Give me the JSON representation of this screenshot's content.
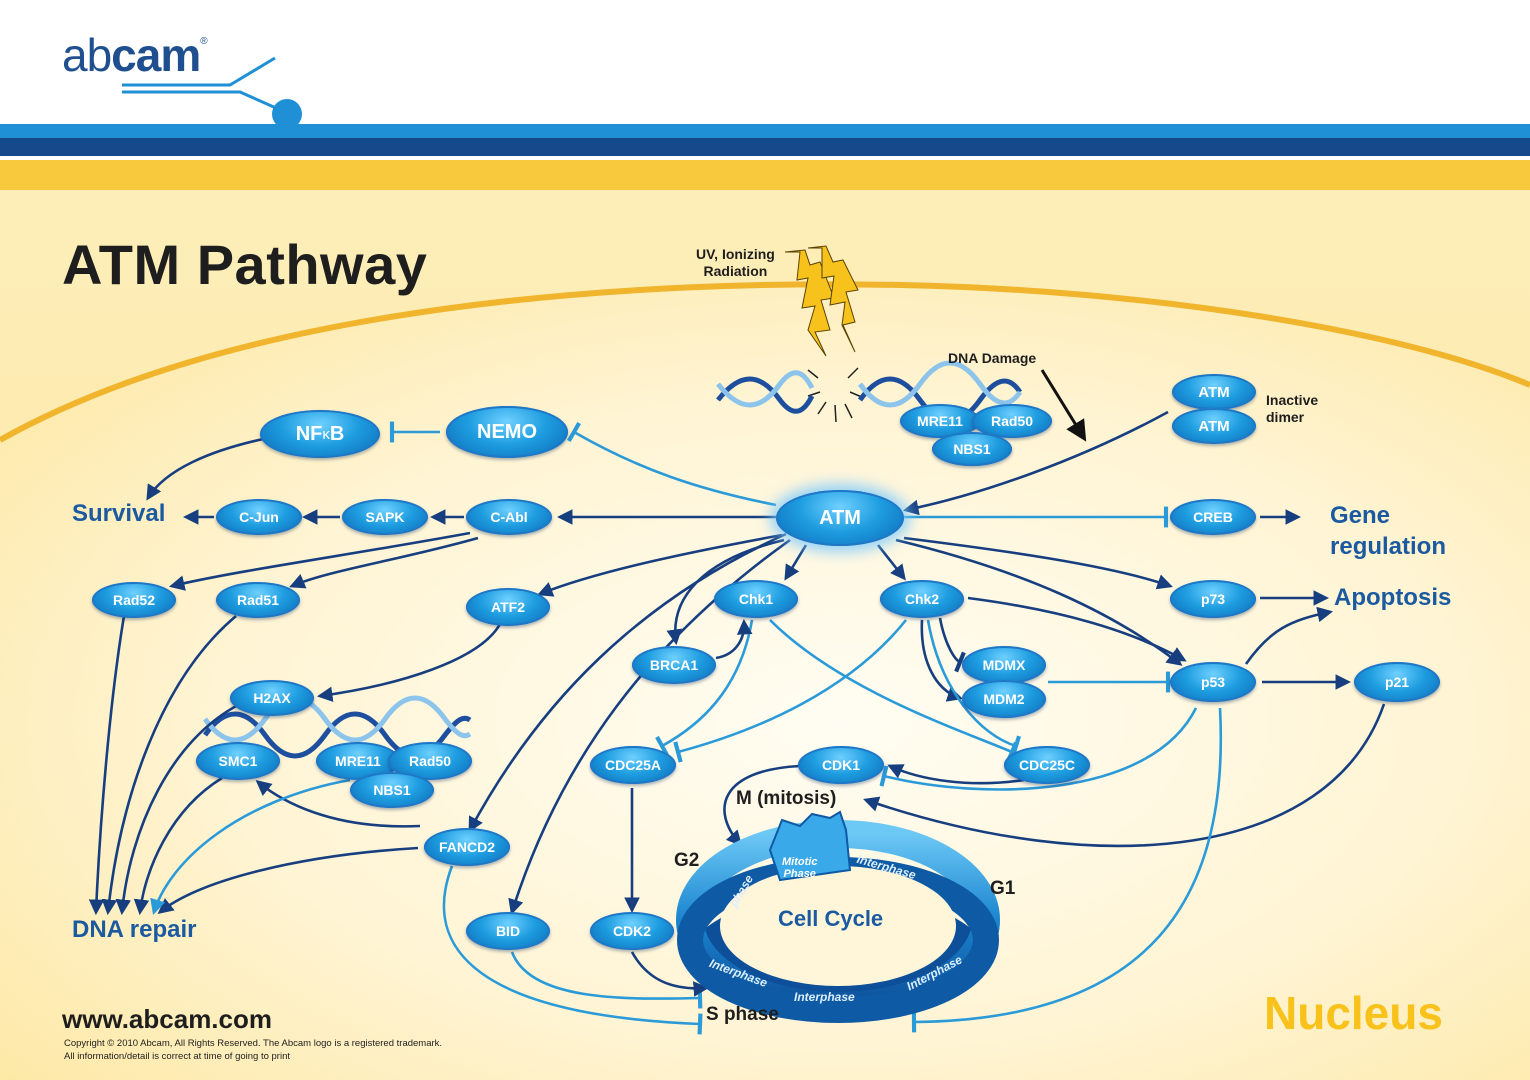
{
  "header": {
    "logo_text_light": "ab",
    "logo_text_bold": "cam",
    "logo_mark": "®",
    "title": "ATM Pathway"
  },
  "stimuli": {
    "radiation": [
      "UV, Ionizing",
      "Radiation"
    ],
    "dna_damage": "DNA Damage",
    "inactive_dimer": [
      "Inactive",
      "dimer"
    ]
  },
  "nodes": {
    "atm": "ATM",
    "atm_dimer_top": "ATM",
    "atm_dimer_bottom": "ATM",
    "mre11_top": "MRE11",
    "rad50_top": "Rad50",
    "nbs1_top": "NBS1",
    "nfkb_prefix": "NF",
    "nfkb_kappa": "κ",
    "nfkb_suffix": "B",
    "nemo": "NEMO",
    "cjun": "C-Jun",
    "sapk": "SAPK",
    "cabl": "C-Abl",
    "creb": "CREB",
    "rad52": "Rad52",
    "rad51": "Rad51",
    "atf2": "ATF2",
    "chk1": "Chk1",
    "chk2": "Chk2",
    "p73": "p73",
    "brca1": "BRCA1",
    "mdmx": "MDMX",
    "mdm2": "MDM2",
    "p53": "p53",
    "p21": "p21",
    "h2ax": "H2AX",
    "smc1": "SMC1",
    "mre11_bottom": "MRE11",
    "rad50_bottom": "Rad50",
    "nbs1_bottom": "NBS1",
    "cdc25a": "CDC25A",
    "cdk1": "CDK1",
    "cdc25c": "CDC25C",
    "fancd2": "FANCD2",
    "bid": "BID",
    "cdk2": "CDK2"
  },
  "outcomes": {
    "survival": "Survival",
    "gene_regulation": [
      "Gene",
      "regulation"
    ],
    "apoptosis": "Apoptosis",
    "dna_repair": "DNA repair",
    "nucleus": "Nucleus"
  },
  "cell_cycle": {
    "title": "Cell Cycle",
    "m_phase": "M (mitosis)",
    "g2": "G2",
    "g1": "G1",
    "s_phase": "S phase",
    "mitotic_phase": [
      "Mitotic",
      "Phase"
    ],
    "ring_labels": [
      "Interphase",
      "Interphase",
      "Interphase",
      "Interphase",
      "phase"
    ]
  },
  "footer": {
    "url": "www.abcam.com",
    "copyright": "Copyright © 2010 Abcam, All Rights Reserved. The Abcam logo is a registered trademark.",
    "disclaimer": "All information/detail is correct at time of going to print"
  },
  "colors": {
    "brand_blue": "#1f4f8f",
    "band_light_blue": "#1f8fd6",
    "band_dark_blue": "#16498c",
    "band_yellow": "#f9c93d",
    "background_yellow": "#fde9a6",
    "node_blue": "#1e9de0",
    "arrow_dark": "#173f80",
    "arrow_light": "#2b9ad8",
    "nucleus_label": "#f8c21a"
  }
}
